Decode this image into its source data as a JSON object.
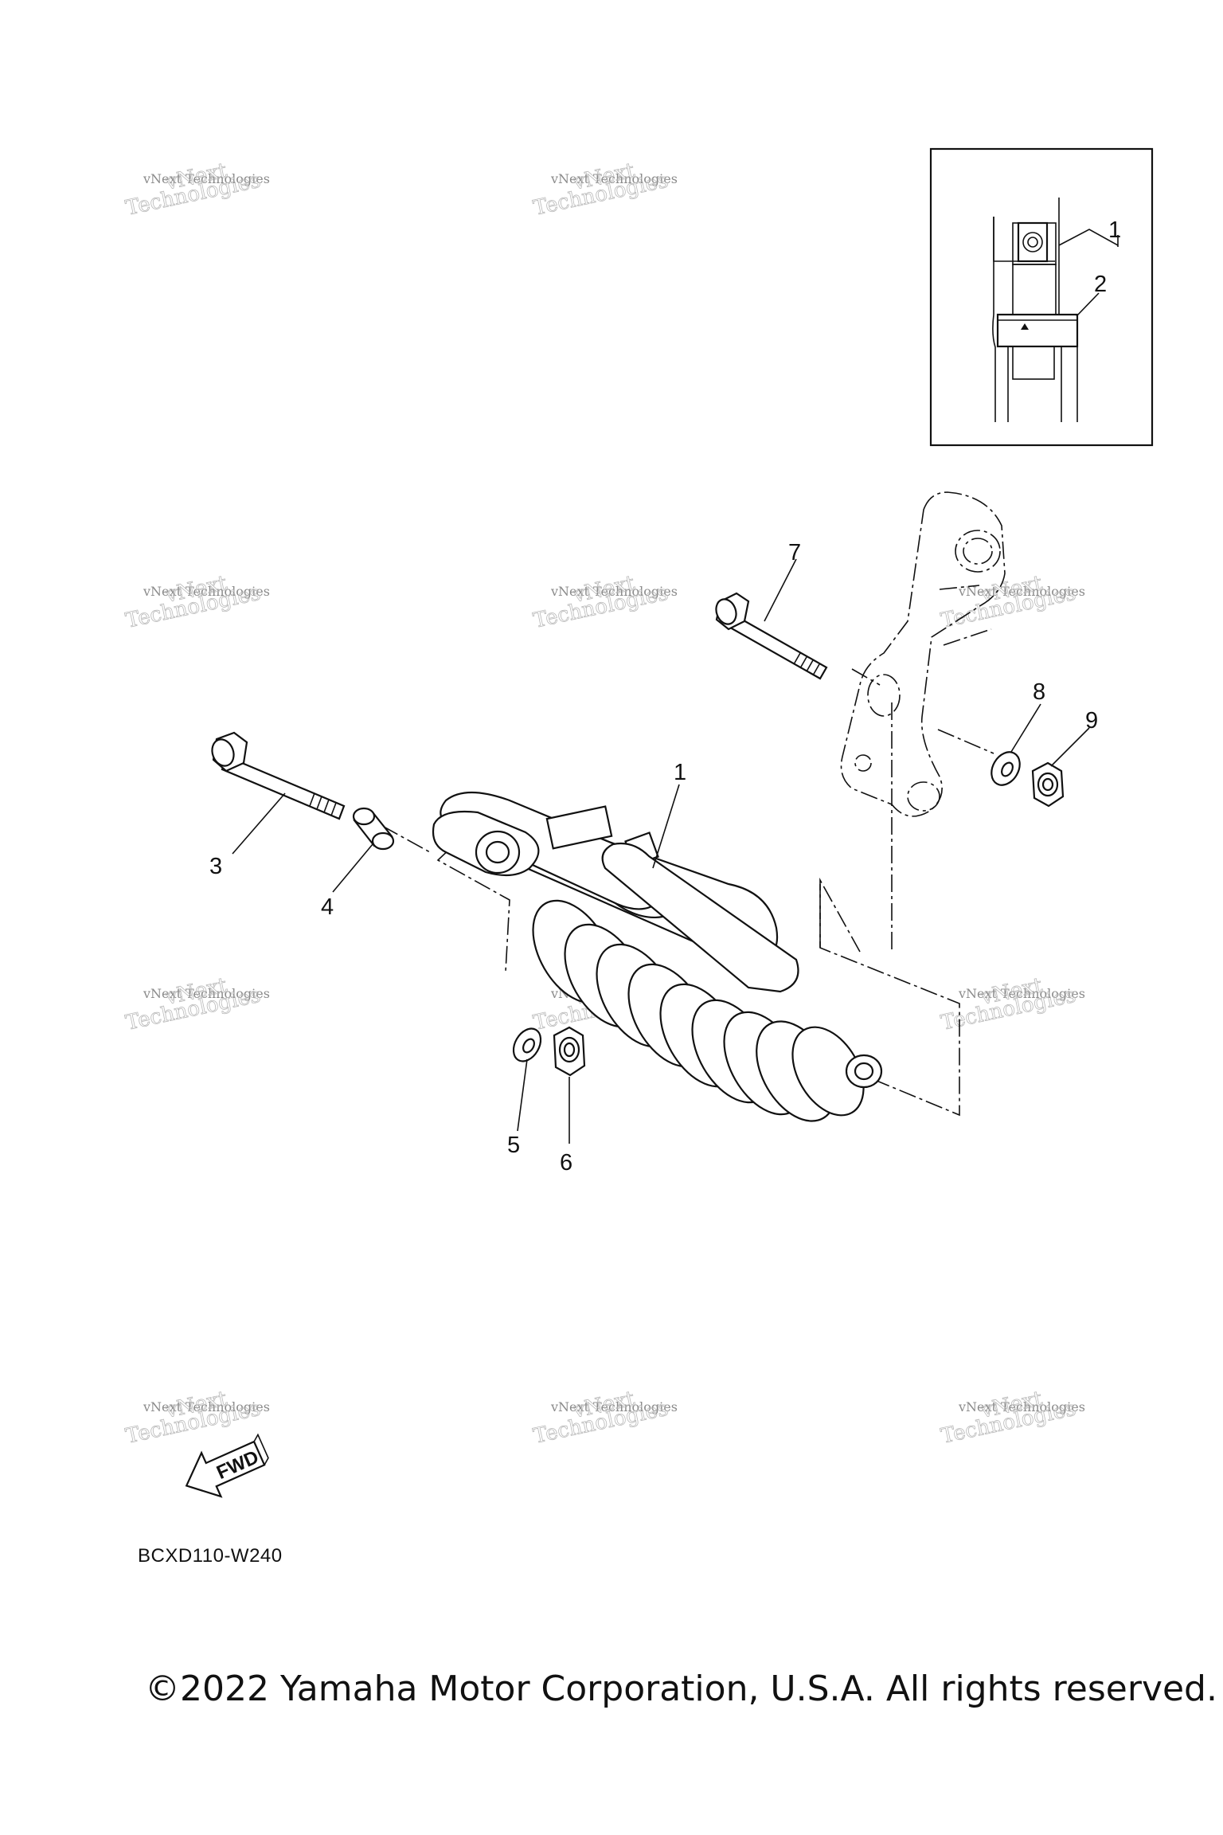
{
  "diagram": {
    "code": "BCXD110-W240",
    "copyright": "©2022 Yamaha Motor Corporation, U.S.A. All rights reserved.",
    "fwd_label": "FWD",
    "callouts": {
      "shock_absorber": "1",
      "label_sticker": "2",
      "bolt_lower": "3",
      "collar": "4",
      "washer_lower": "5",
      "nut_lower": "6",
      "bolt_upper": "7",
      "washer_upper": "8",
      "nut_upper": "9"
    },
    "inset_callouts": {
      "shock_absorber": "1",
      "label_sticker": "2"
    },
    "watermark": {
      "line1": "vNext Technologies",
      "line2": "Technologies",
      "line3": "vNext"
    }
  }
}
